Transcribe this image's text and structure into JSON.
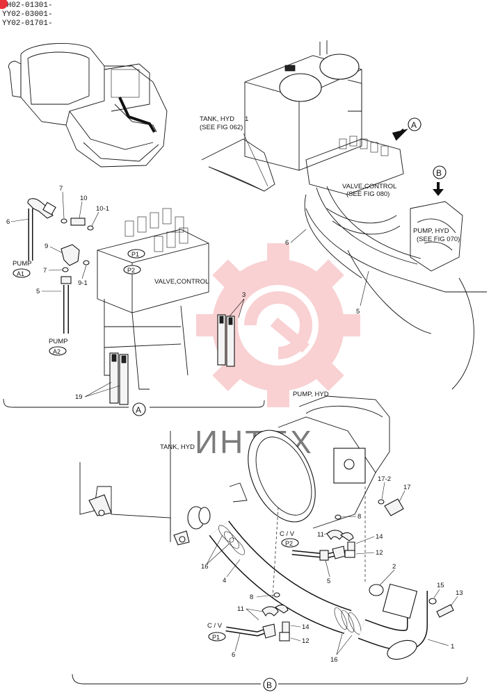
{
  "serials": [
    "YH02-01301-",
    "YY02-03001-",
    "YY02-01701-"
  ],
  "badge_color": "#e8323a",
  "watermark": {
    "text": "ИНТЕХ",
    "color": "#e8323a"
  },
  "callouts": {
    "view_a": "A",
    "view_b": "B"
  },
  "labels": {
    "tank_hyd_ref": "TANK, HYD",
    "tank_hyd_ref_fig": "(SEE FIG 062)",
    "valve_control_ref": "VALVE,CONTROL",
    "valve_control_ref_fig": "(SEE FIG 080)",
    "pump_hyd_ref": "PUMP, HYD",
    "pump_hyd_ref_fig": "(SEE FIG 070)",
    "valve_control": "VALVE,CONTROL",
    "pump_1": "PUMP",
    "pump_2": "PUMP",
    "pump_hyd_b": "PUMP, HYD",
    "tank_hyd_b": "TANK, HYD",
    "cv_1": "C / V",
    "cv_2": "C / V"
  },
  "ports": {
    "a1": "A1",
    "a2": "A2",
    "p1": "P1",
    "p2": "P2",
    "p2_b": "P2",
    "p1_b": "P1"
  },
  "part_numbers": {
    "n7a": "7",
    "n10": "10",
    "n10_1": "10-1",
    "n6a": "6",
    "n9": "9",
    "n7b": "7",
    "n9_1": "9-1",
    "n5a": "5",
    "n3": "3",
    "n19": "19",
    "n6b": "6",
    "n5b": "5",
    "n17_2": "17-2",
    "n17": "17",
    "n8a": "8",
    "n11a": "11",
    "n14a": "14",
    "n12a": "12",
    "n16a": "16",
    "n4": "4",
    "n5c": "5",
    "n2": "2",
    "n15": "15",
    "n13": "13",
    "n8b": "8",
    "n11b": "11",
    "n14b": "14",
    "n12b": "12",
    "n6c": "6",
    "n16b": "16",
    "n1": "1",
    "n3_": "",
    "tank_tick": "1"
  }
}
